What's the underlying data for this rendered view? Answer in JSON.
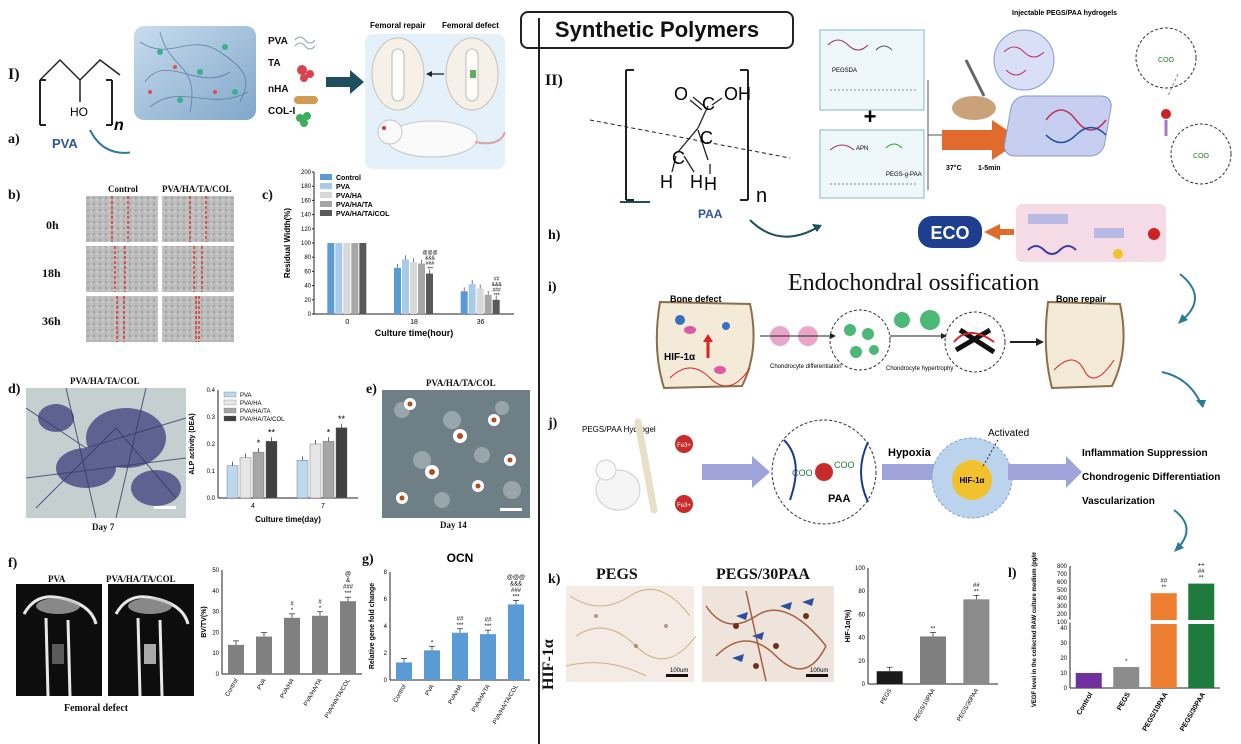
{
  "title": "Synthetic Polymers",
  "panel_labels": {
    "I": "I)",
    "a": "a)",
    "b": "b)",
    "c": "c)",
    "d": "d)",
    "e": "e)",
    "f": "f)",
    "g": "g)",
    "II": "II)",
    "h": "h)",
    "i": "i)",
    "j": "j)",
    "k": "k)",
    "l": "l)"
  },
  "pva_structure": {
    "name": "PVA",
    "group": "HO",
    "n": "n"
  },
  "materials": [
    "PVA",
    "TA",
    "nHA",
    "COL-I"
  ],
  "femur": {
    "repair": "Femoral repair",
    "defect": "Femoral defect"
  },
  "scratch": {
    "cols": [
      "Control",
      "PVA/HA/TA/COL"
    ],
    "rows": [
      "0h",
      "18h",
      "36h"
    ]
  },
  "chart_c": {
    "type": "bar",
    "ylabel": "Residual Width(%)",
    "xlabel": "Culture time(hour)",
    "categories": [
      "0",
      "18",
      "36"
    ],
    "yticks": [
      "0",
      "20",
      "40",
      "60",
      "80",
      "100",
      "120",
      "140",
      "160",
      "180",
      "200"
    ],
    "ylim": [
      0,
      200
    ],
    "series": [
      {
        "name": "Control",
        "color": "#5b9bd5",
        "values": [
          100,
          65,
          32
        ]
      },
      {
        "name": "PVA",
        "color": "#a9cbea",
        "values": [
          100,
          77,
          42
        ]
      },
      {
        "name": "PVA/HA",
        "color": "#d8d8d8",
        "values": [
          100,
          73,
          36
        ]
      },
      {
        "name": "PVA/HA/TA",
        "color": "#a6a6a6",
        "values": [
          100,
          71,
          27
        ]
      },
      {
        "name": "PVA/HA/TA/COL",
        "color": "#595959",
        "values": [
          100,
          57,
          20
        ]
      }
    ],
    "sig_18": "@@@\n&&&\n###\n***",
    "sig_36": "##\n&&&\n###\n***"
  },
  "alp": {
    "image_title": "PVA/HA/TA/COL",
    "day": "Day 7",
    "chart": {
      "type": "bar",
      "ylabel": "ALP activity (DEA)",
      "xlabel": "Culture time(day)",
      "categories": [
        "4",
        "7"
      ],
      "yticks": [
        "0.0",
        "0.1",
        "0.2",
        "0.3",
        "0.4"
      ],
      "ylim": [
        0,
        0.4
      ],
      "series": [
        {
          "name": "PVA",
          "color": "#bdd7ee",
          "values": [
            0.12,
            0.14
          ]
        },
        {
          "name": "PVA/HA",
          "color": "#e7e6e6",
          "values": [
            0.15,
            0.2
          ]
        },
        {
          "name": "PVA/HA/TA",
          "color": "#a6a6a6",
          "values": [
            0.17,
            0.21
          ]
        },
        {
          "name": "PVA/HA/TA/COL",
          "color": "#404040",
          "values": [
            0.21,
            0.26
          ]
        }
      ],
      "sig": [
        "*",
        "**"
      ]
    }
  },
  "ars": {
    "image_title": "PVA/HA/TA/COL",
    "day": "Day 14"
  },
  "microct": {
    "labels": [
      "PVA",
      "PVA/HA/TA/COL"
    ],
    "caption": "Femoral defect"
  },
  "chart_f": {
    "type": "bar",
    "ylabel": "BV/TV(%)",
    "categories": [
      "Control",
      "PVA",
      "PVA/HA",
      "PVA/HA/TA",
      "PVA/HA/TA/COL"
    ],
    "yticks": [
      "0",
      "10",
      "20",
      "30",
      "40",
      "50"
    ],
    "ylim": [
      0,
      50
    ],
    "values": [
      14,
      18,
      27,
      28,
      35
    ],
    "sig": [
      "",
      "",
      "#\n*",
      "#\n*",
      "@\n&\n###\n***"
    ]
  },
  "chart_g": {
    "type": "bar",
    "title": "OCN",
    "ylabel": "Relative gene fold change",
    "categories": [
      "Control",
      "PVA",
      "PVA/HA",
      "PVA/HA/TA",
      "PVA/HA/TA/COL"
    ],
    "yticks": [
      "0",
      "2",
      "4",
      "6",
      "8"
    ],
    "ylim": [
      0,
      8
    ],
    "values": [
      1.3,
      2.2,
      3.5,
      3.4,
      5.6
    ],
    "colors": [
      "#5b9bd5",
      "#5b9bd5",
      "#5b9bd5",
      "#5b9bd5",
      "#5b9bd5"
    ],
    "sig": [
      "",
      "*",
      "##\n***",
      "##\n***",
      "@@@\n&&&\n###\n***"
    ]
  },
  "paa_structure": {
    "name": "PAA",
    "group": "O=C-OH",
    "n": "n",
    "atoms": [
      "O",
      "C",
      "OH",
      "C",
      "C",
      "H",
      "H",
      "H"
    ]
  },
  "hydrogel": {
    "title": "Injectable PEGS/PAA hydrogels",
    "pegsda": "PEGSDA",
    "pegsgpaa": "PEGS-g-PAA",
    "apn": "APN",
    "temp": "37°C",
    "time": "1-5min",
    "coo": "COO"
  },
  "eco": "ECO",
  "endochondral": {
    "title": "Endochondral ossification",
    "left": "Bone defect",
    "right": "Bone repair",
    "hif": "HIF-1α",
    "step1": "Chondrocyte differentiation",
    "step2": "Chondrocyte hypertrophy"
  },
  "mechanism": {
    "hydrogel": "PEGS/PAA Hydrogel",
    "fe": "Fe3+",
    "paa": "PAA",
    "coo": "COO",
    "hypoxia": "Hypoxia",
    "activated": "Activated",
    "hif": "HIF-1α",
    "outcomes": [
      "Inflammation Suppression",
      "Chondrogenic Differentiation",
      "Vascularization"
    ]
  },
  "ihc": {
    "labels": [
      "PEGS",
      "PEGS/30PAA"
    ],
    "side": "HIF-1α",
    "scale": "100um"
  },
  "chart_k": {
    "type": "bar",
    "ylabel": "HIF-1α(%)",
    "categories": [
      "PEGS",
      "PEGS/10PAA",
      "PEGS/30PAA"
    ],
    "yticks": [
      "0",
      "20",
      "40",
      "60",
      "80",
      "100"
    ],
    "ylim": [
      0,
      100
    ],
    "values": [
      11,
      41,
      73
    ],
    "colors": [
      "#1a1a1a",
      "#7f7f7f",
      "#8c8c8c"
    ],
    "sig": [
      "",
      "**",
      "##\n**"
    ]
  },
  "chart_l": {
    "type": "bar",
    "ylabel": "VEGF level in the collected RAW culture medium (pg/ml)",
    "categories": [
      "Control",
      "PEGS",
      "PEGS/10PAA",
      "PEGS/30PAA"
    ],
    "yticks": [
      "0",
      "10",
      "20",
      "30",
      "40",
      "100",
      "200",
      "300",
      "400",
      "500",
      "600",
      "700",
      "800"
    ],
    "values": [
      10,
      14,
      460,
      580
    ],
    "colors": [
      "#7030a0",
      "#8c8c8c",
      "#ed7d31",
      "#1e7b3c"
    ],
    "sig": [
      "",
      "*",
      "##\n**",
      "++\n##\n**"
    ]
  }
}
